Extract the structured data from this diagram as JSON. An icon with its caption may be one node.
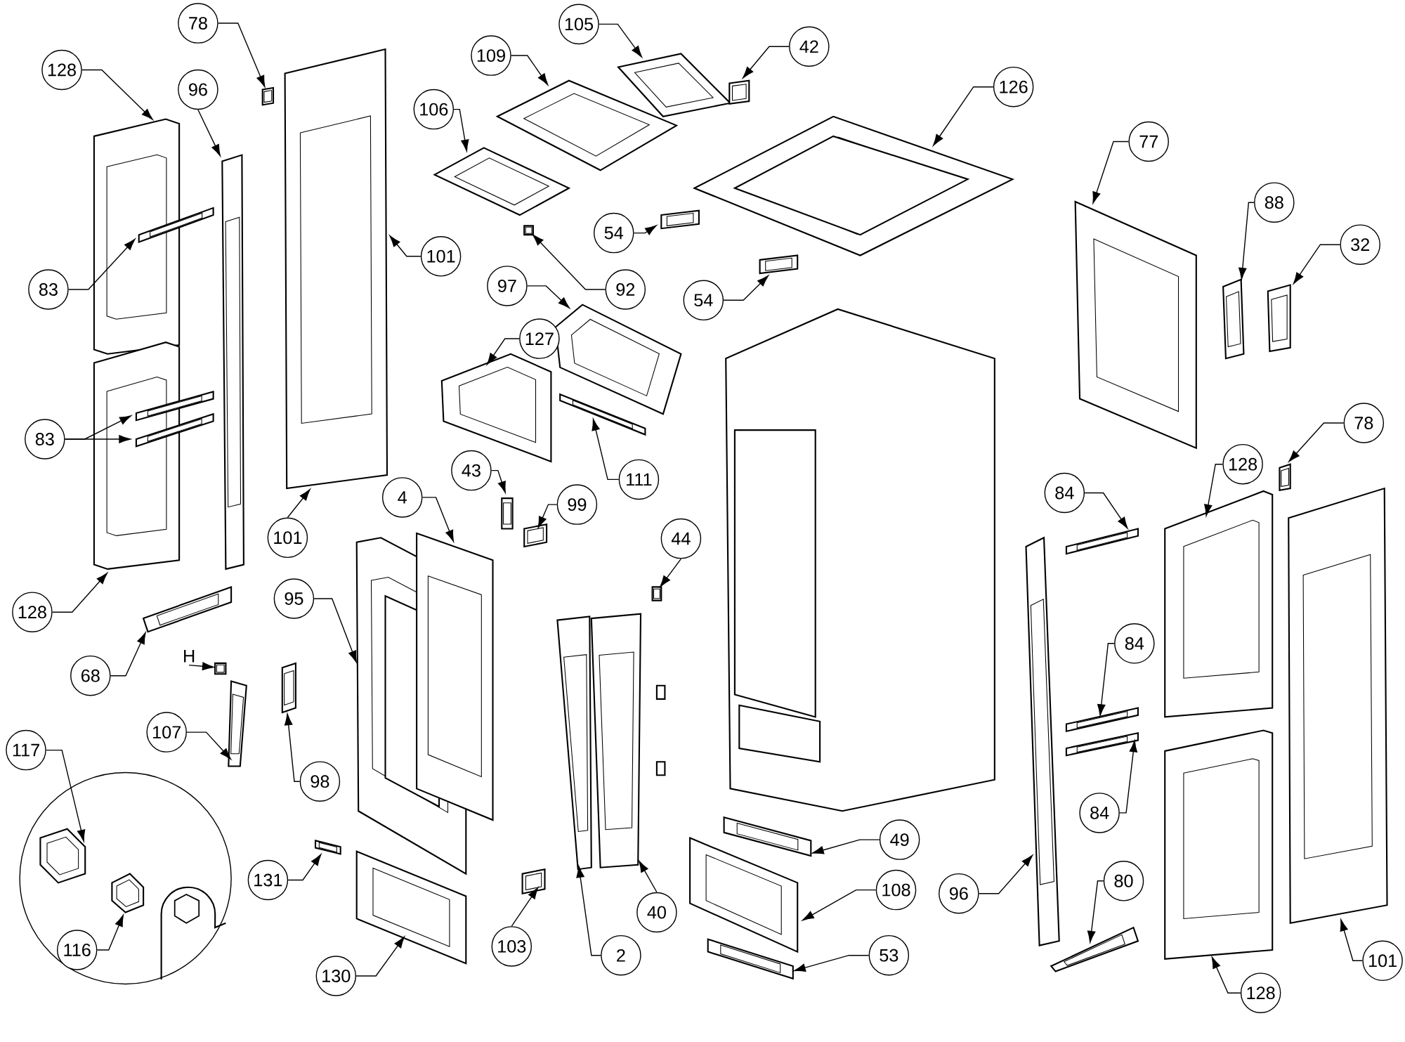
{
  "diagram": {
    "nodes": [
      {
        "text": [
          "78"
        ]
      },
      {
        "text": [
          "128"
        ]
      },
      {
        "text": [
          "96"
        ]
      },
      {
        "text": [
          "101"
        ]
      },
      {
        "text": [
          "83"
        ]
      },
      {
        "text": [
          "83"
        ]
      },
      {
        "text": [
          "128"
        ]
      },
      {
        "text": [
          "101"
        ]
      },
      {
        "text": [
          "68"
        ]
      },
      {
        "text": [
          "H"
        ]
      },
      {
        "text": [
          "107"
        ]
      },
      {
        "text": [
          "98"
        ]
      },
      {
        "text": [
          "117"
        ]
      },
      {
        "text": [
          "116"
        ]
      },
      {
        "text": [
          "131"
        ]
      },
      {
        "text": [
          "130"
        ]
      },
      {
        "text": [
          "95"
        ]
      },
      {
        "text": [
          "4"
        ]
      },
      {
        "text": [
          "43"
        ]
      },
      {
        "text": [
          "99"
        ]
      },
      {
        "text": [
          "44"
        ]
      },
      {
        "text": [
          "103"
        ]
      },
      {
        "text": [
          "2"
        ]
      },
      {
        "text": [
          "40"
        ]
      },
      {
        "text": [
          "105"
        ]
      },
      {
        "text": [
          "109"
        ]
      },
      {
        "text": [
          "42"
        ]
      },
      {
        "text": [
          "106"
        ]
      },
      {
        "text": [
          "54"
        ]
      },
      {
        "text": [
          "92"
        ]
      },
      {
        "text": [
          "126"
        ]
      },
      {
        "text": [
          "54"
        ]
      },
      {
        "text": [
          "97"
        ]
      },
      {
        "text": [
          "127"
        ]
      },
      {
        "text": [
          "111"
        ]
      },
      {
        "text": [
          "77"
        ]
      },
      {
        "text": [
          "88"
        ]
      },
      {
        "text": [
          "32"
        ]
      },
      {
        "text": [
          "78"
        ]
      },
      {
        "text": [
          "128"
        ]
      },
      {
        "text": [
          "84"
        ]
      },
      {
        "text": [
          "84"
        ]
      },
      {
        "text": [
          "84"
        ]
      },
      {
        "text": [
          "49"
        ]
      },
      {
        "text": [
          "108"
        ]
      },
      {
        "text": [
          "53"
        ]
      },
      {
        "text": [
          "96"
        ]
      },
      {
        "text": [
          "80"
        ]
      },
      {
        "text": [
          "128"
        ]
      },
      {
        "text": [
          "101"
        ]
      },
      {
        "text": [],
        "shape": "picture"
      },
      {
        "text": [],
        "shape": "picture"
      },
      {
        "text": [],
        "shape": "picture"
      },
      {
        "text": [],
        "shape": "picture"
      },
      {
        "text": [],
        "shape": "picture"
      },
      {
        "text": [],
        "shape": "picture"
      },
      {
        "text": [],
        "shape": "picture"
      },
      {
        "text": [],
        "shape": "picture"
      },
      {
        "text": [],
        "shape": "picture"
      },
      {
        "text": [],
        "shape": "picture"
      },
      {
        "text": [],
        "shape": "picture"
      },
      {
        "text": [],
        "shape": "picture"
      },
      {
        "text": [],
        "shape": "picture"
      },
      {
        "text": [],
        "shape": "picture"
      },
      {
        "text": [],
        "shape": "picture"
      },
      {
        "text": [],
        "shape": "picture"
      },
      {
        "text": [],
        "shape": "picture"
      },
      {
        "text": [],
        "shape": "picture"
      },
      {
        "text": [],
        "shape": "picture"
      },
      {
        "text": [],
        "shape": "picture"
      },
      {
        "text": [],
        "shape": "picture"
      },
      {
        "text": [],
        "shape": "picture"
      },
      {
        "text": [],
        "shape": "picture"
      },
      {
        "text": [],
        "shape": "picture"
      },
      {
        "text": [],
        "shape": "picture"
      },
      {
        "text": [],
        "shape": "picture"
      },
      {
        "text": [],
        "shape": "picture"
      },
      {
        "text": [],
        "shape": "picture"
      },
      {
        "text": [],
        "shape": "picture"
      },
      {
        "text": [],
        "shape": "picture"
      },
      {
        "text": [],
        "shape": "picture"
      },
      {
        "text": [],
        "shape": "picture"
      },
      {
        "text": [],
        "shape": "picture"
      },
      {
        "text": [],
        "shape": "picture"
      },
      {
        "text": [],
        "shape": "picture"
      },
      {
        "text": [],
        "shape": "picture"
      },
      {
        "text": [],
        "shape": "picture"
      },
      {
        "text": [],
        "shape": "picture"
      },
      {
        "text": [],
        "shape": "picture"
      },
      {
        "text": [],
        "shape": "picture"
      },
      {
        "text": [],
        "shape": "picture"
      },
      {
        "text": [],
        "shape": "picture"
      },
      {
        "text": [],
        "shape": "picture"
      },
      {
        "text": [],
        "shape": "picture"
      },
      {
        "text": [],
        "shape": "picture"
      },
      {
        "text": [],
        "shape": "picture"
      },
      {
        "text": [],
        "shape": "picture"
      },
      {
        "text": [],
        "shape": "picture"
      },
      {
        "text": [],
        "shape": "picture"
      },
      {
        "text": [],
        "shape": "picture"
      }
    ],
    "edges": [
      {
        "from": 0,
        "to": 50,
        "arrow": "to"
      },
      {
        "from": 1,
        "to": 51,
        "arrow": "to"
      },
      {
        "from": 2,
        "to": 52,
        "arrow": "to"
      },
      {
        "from": 3,
        "to": 53,
        "arrow": "to"
      },
      {
        "from": 4,
        "to": 54,
        "arrow": "to"
      },
      {
        "from": 5,
        "to": 55,
        "arrow": "to"
      },
      {
        "from": 5,
        "to": 56,
        "arrow": "to"
      },
      {
        "from": 6,
        "to": 57,
        "arrow": "to"
      },
      {
        "from": 7,
        "to": 53,
        "arrow": "to"
      },
      {
        "from": 8,
        "to": 58,
        "arrow": "to"
      },
      {
        "from": 9,
        "to": 59,
        "arrow": "to"
      },
      {
        "from": 10,
        "to": 60,
        "arrow": "to"
      },
      {
        "from": 11,
        "to": 61,
        "arrow": "to"
      },
      {
        "from": 12,
        "to": 62,
        "arrow": "to"
      },
      {
        "from": 13,
        "to": 63,
        "arrow": "to"
      },
      {
        "from": 14,
        "to": 64,
        "arrow": "to"
      },
      {
        "from": 15,
        "to": 65,
        "arrow": "to"
      },
      {
        "from": 16,
        "to": 66,
        "arrow": "to"
      },
      {
        "from": 17,
        "to": 67,
        "arrow": "to"
      },
      {
        "from": 18,
        "to": 68,
        "arrow": "to"
      },
      {
        "from": 19,
        "to": 69,
        "arrow": "to"
      },
      {
        "from": 20,
        "to": 70,
        "arrow": "to"
      },
      {
        "from": 21,
        "to": 71,
        "arrow": "to"
      },
      {
        "from": 22,
        "to": 72,
        "arrow": "to"
      },
      {
        "from": 23,
        "to": 73,
        "arrow": "to"
      },
      {
        "from": 24,
        "to": 74,
        "arrow": "to"
      },
      {
        "from": 25,
        "to": 75,
        "arrow": "to"
      },
      {
        "from": 26,
        "to": 76,
        "arrow": "to"
      },
      {
        "from": 27,
        "to": 77,
        "arrow": "to"
      },
      {
        "from": 28,
        "to": 78,
        "arrow": "to"
      },
      {
        "from": 29,
        "to": 79,
        "arrow": "to"
      },
      {
        "from": 30,
        "to": 80,
        "arrow": "to"
      },
      {
        "from": 31,
        "to": 81,
        "arrow": "to"
      },
      {
        "from": 32,
        "to": 82,
        "arrow": "to"
      },
      {
        "from": 33,
        "to": 83,
        "arrow": "to"
      },
      {
        "from": 34,
        "to": 84,
        "arrow": "to"
      },
      {
        "from": 35,
        "to": 85,
        "arrow": "to"
      },
      {
        "from": 36,
        "to": 86,
        "arrow": "to"
      },
      {
        "from": 37,
        "to": 87,
        "arrow": "to"
      },
      {
        "from": 38,
        "to": 88,
        "arrow": "to"
      },
      {
        "from": 39,
        "to": 89,
        "arrow": "to"
      },
      {
        "from": 40,
        "to": 90,
        "arrow": "to"
      },
      {
        "from": 41,
        "to": 91,
        "arrow": "to"
      },
      {
        "from": 42,
        "to": 92,
        "arrow": "to"
      },
      {
        "from": 43,
        "to": 93,
        "arrow": "to"
      },
      {
        "from": 44,
        "to": 94,
        "arrow": "to"
      },
      {
        "from": 45,
        "to": 95,
        "arrow": "to"
      },
      {
        "from": 46,
        "to": 96,
        "arrow": "to"
      },
      {
        "from": 47,
        "to": 97,
        "arrow": "to"
      },
      {
        "from": 48,
        "to": 98,
        "arrow": "to"
      },
      {
        "from": 49,
        "to": 99,
        "arrow": "to"
      }
    ]
  }
}
